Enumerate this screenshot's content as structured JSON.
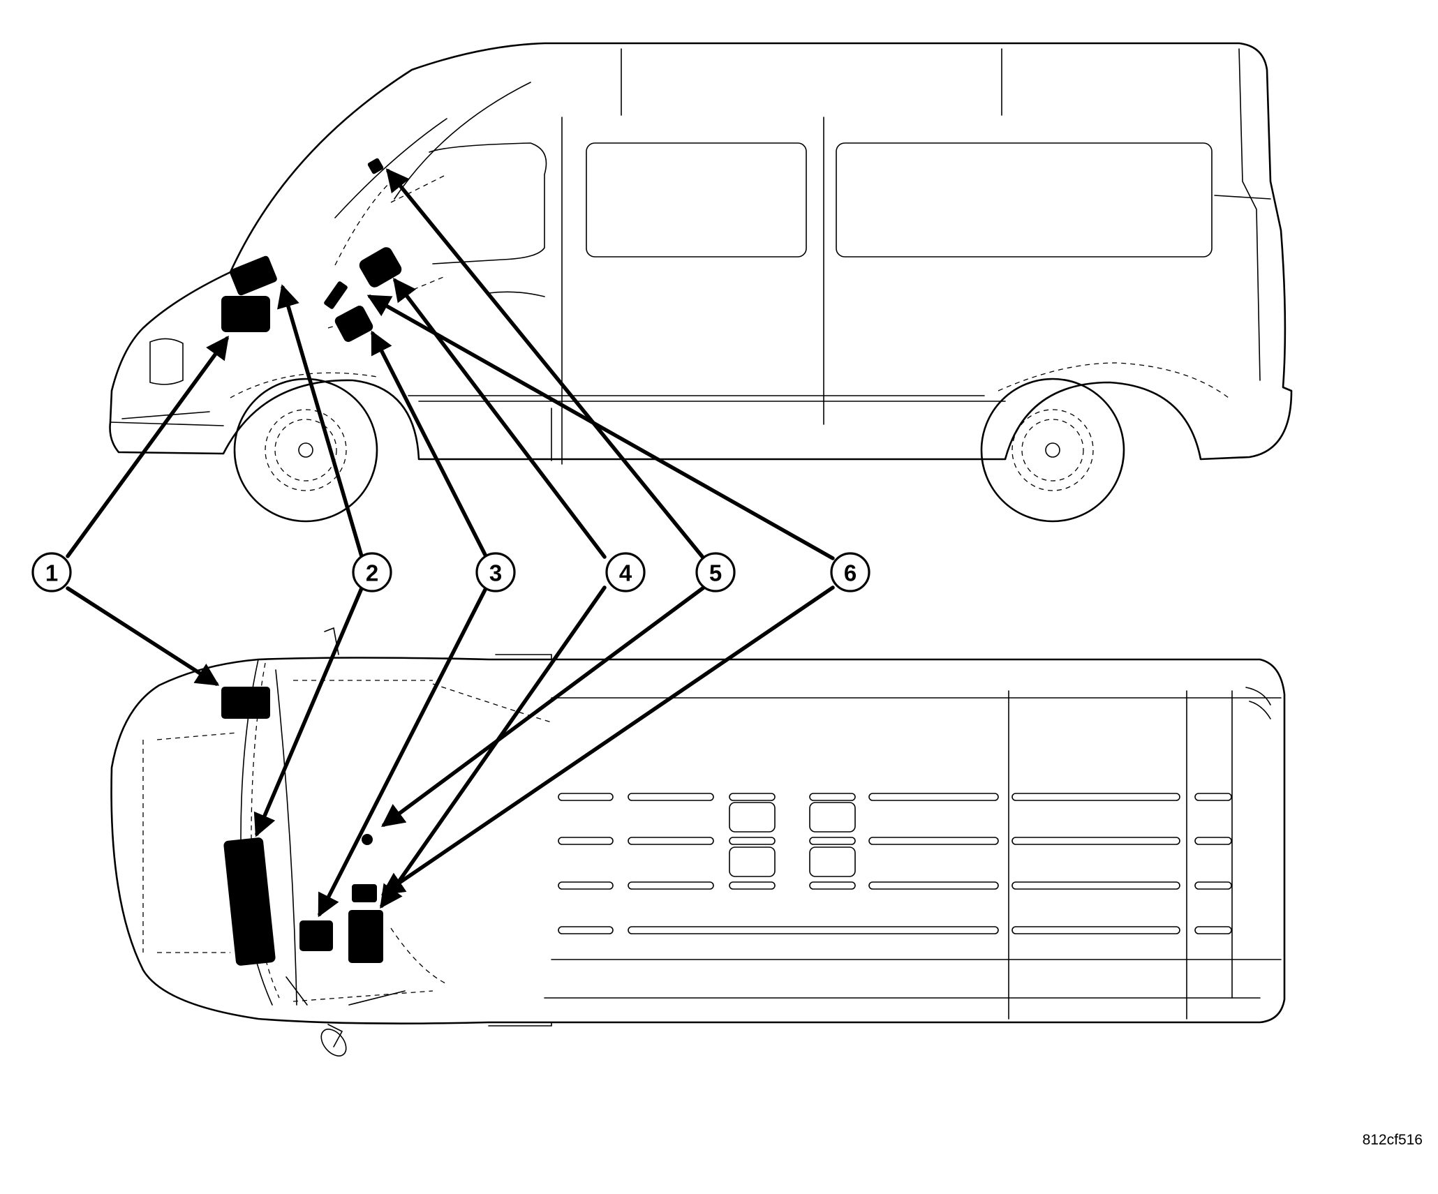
{
  "figure_id": "812cf516",
  "callouts": [
    {
      "label": "1"
    },
    {
      "label": "2"
    },
    {
      "label": "3"
    },
    {
      "label": "4"
    },
    {
      "label": "5"
    },
    {
      "label": "6"
    }
  ],
  "colors": {
    "line": "#000000",
    "background": "#ffffff"
  }
}
